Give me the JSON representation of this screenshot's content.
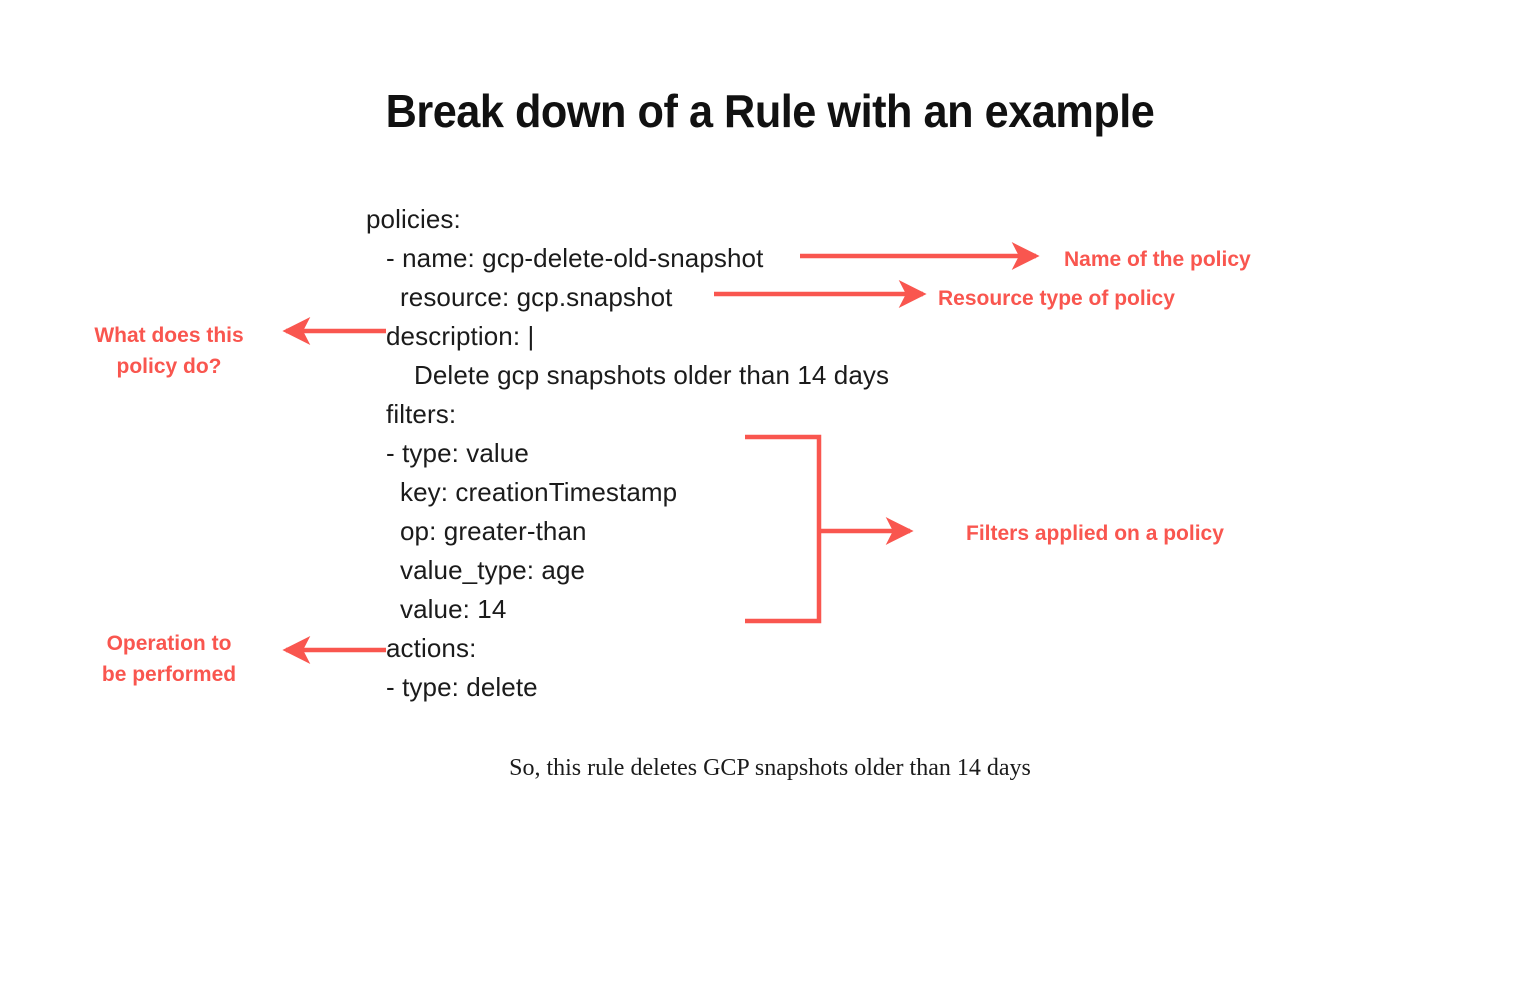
{
  "page": {
    "title": "Break down of a Rule with an example",
    "caption": "So, this rule deletes GCP snapshots older than 14 days",
    "background_color": "#ffffff",
    "accent_color": "#F9564F",
    "text_color": "#1b1b1b"
  },
  "yaml": {
    "lines": [
      {
        "indent": 0,
        "text": "policies:"
      },
      {
        "indent": 1,
        "text": "- name: gcp-delete-old-snapshot"
      },
      {
        "indent": 2,
        "text": "resource: gcp.snapshot"
      },
      {
        "indent": 1,
        "text": "description: |"
      },
      {
        "indent": 3,
        "text": "Delete gcp snapshots older than 14 days"
      },
      {
        "indent": 1,
        "text": "filters:"
      },
      {
        "indent": 1,
        "text": "- type: value"
      },
      {
        "indent": 2,
        "text": "key: creationTimestamp"
      },
      {
        "indent": 2,
        "text": "op: greater-than"
      },
      {
        "indent": 2,
        "text": "value_type: age"
      },
      {
        "indent": 2,
        "text": "value: 14"
      },
      {
        "indent": 1,
        "text": "actions:"
      },
      {
        "indent": 1,
        "text": "- type: delete"
      }
    ]
  },
  "annotations": {
    "name_of_policy": "Name of the policy",
    "resource_type": "Resource type of policy",
    "what_does_policy_do": "What does this\npolicy do?",
    "filters_applied": "Filters applied on a policy",
    "operation_performed": "Operation to\nbe performed"
  },
  "connectors": {
    "arrow_name": "arrow-right",
    "arrow_resource": "arrow-right",
    "arrow_description": "arrow-left",
    "arrow_filters": "arrow-right",
    "arrow_actions": "arrow-left",
    "filters_bracket": "square-bracket"
  }
}
